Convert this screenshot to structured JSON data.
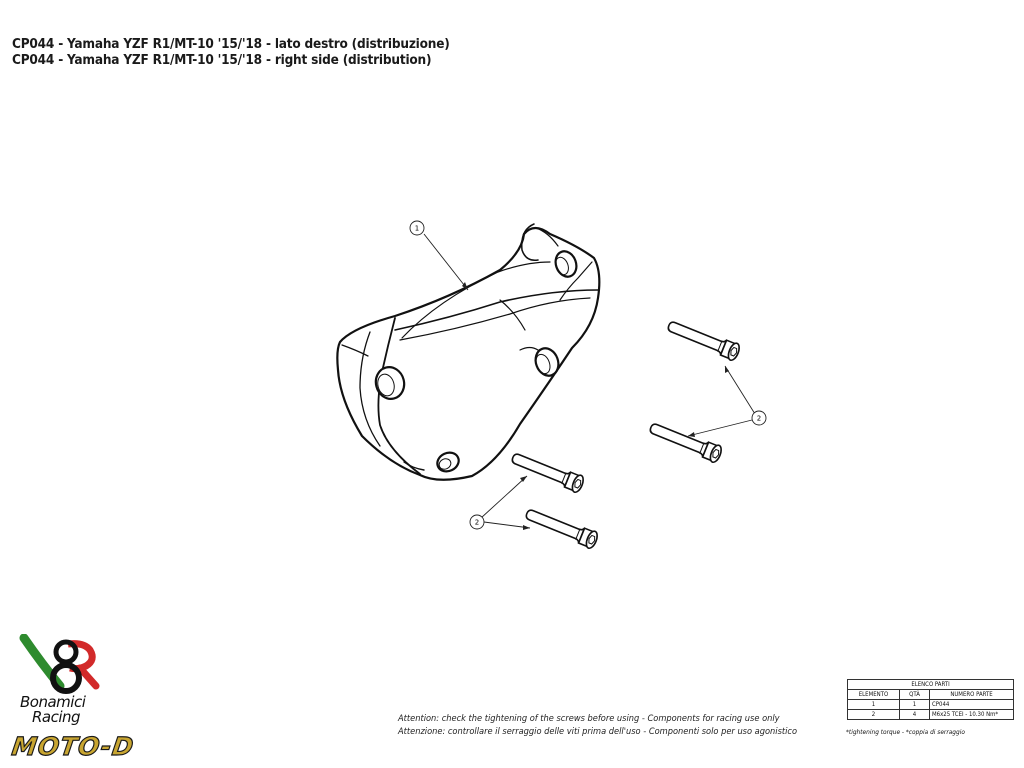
{
  "header": {
    "title_it": "CP044 - Yamaha YZF R1/MT-10 '15/'18 - lato destro (distribuzione)",
    "title_en": "CP044 - Yamaha YZF R1/MT-10 '15/'18 - right side (distribution)"
  },
  "callouts": [
    {
      "number": "1"
    },
    {
      "number": "2"
    },
    {
      "number": "2"
    }
  ],
  "brand": {
    "line1": "Bonamici",
    "line2": "Racing",
    "partner": "MOTO-D",
    "colors": {
      "green": "#2e8b2e",
      "red": "#d22a2a",
      "gold": "#c8a531"
    }
  },
  "notes": {
    "en": "Attention: check the tightening of the screws before using - Components for racing use only",
    "it": "Attenzione: controllare il serraggio delle viti prima dell'uso - Componenti solo per uso agonistico"
  },
  "parts_list": {
    "title": "ELENCO PARTI",
    "headers": [
      "ELEMENTO",
      "QTÀ",
      "NUMERO PARTE"
    ],
    "rows": [
      {
        "item": "1",
        "qty": "1",
        "part": "CP044"
      },
      {
        "item": "2",
        "qty": "4",
        "part": "M6x25 TCEI - 10.30 Nm*"
      }
    ],
    "footnote": "*tightening torque - *coppia di serraggio"
  }
}
